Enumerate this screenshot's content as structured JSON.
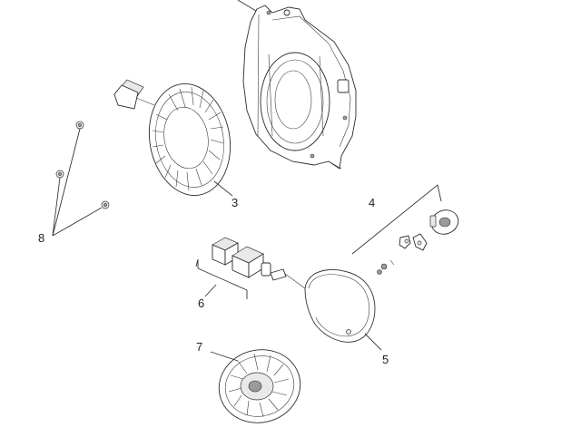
{
  "diagram": {
    "callouts": {
      "recoil_starter": "3",
      "pawl_kit": "4",
      "recoil_spring": "5",
      "handle_kit": "6",
      "pulley": "7",
      "screws": "8"
    }
  }
}
